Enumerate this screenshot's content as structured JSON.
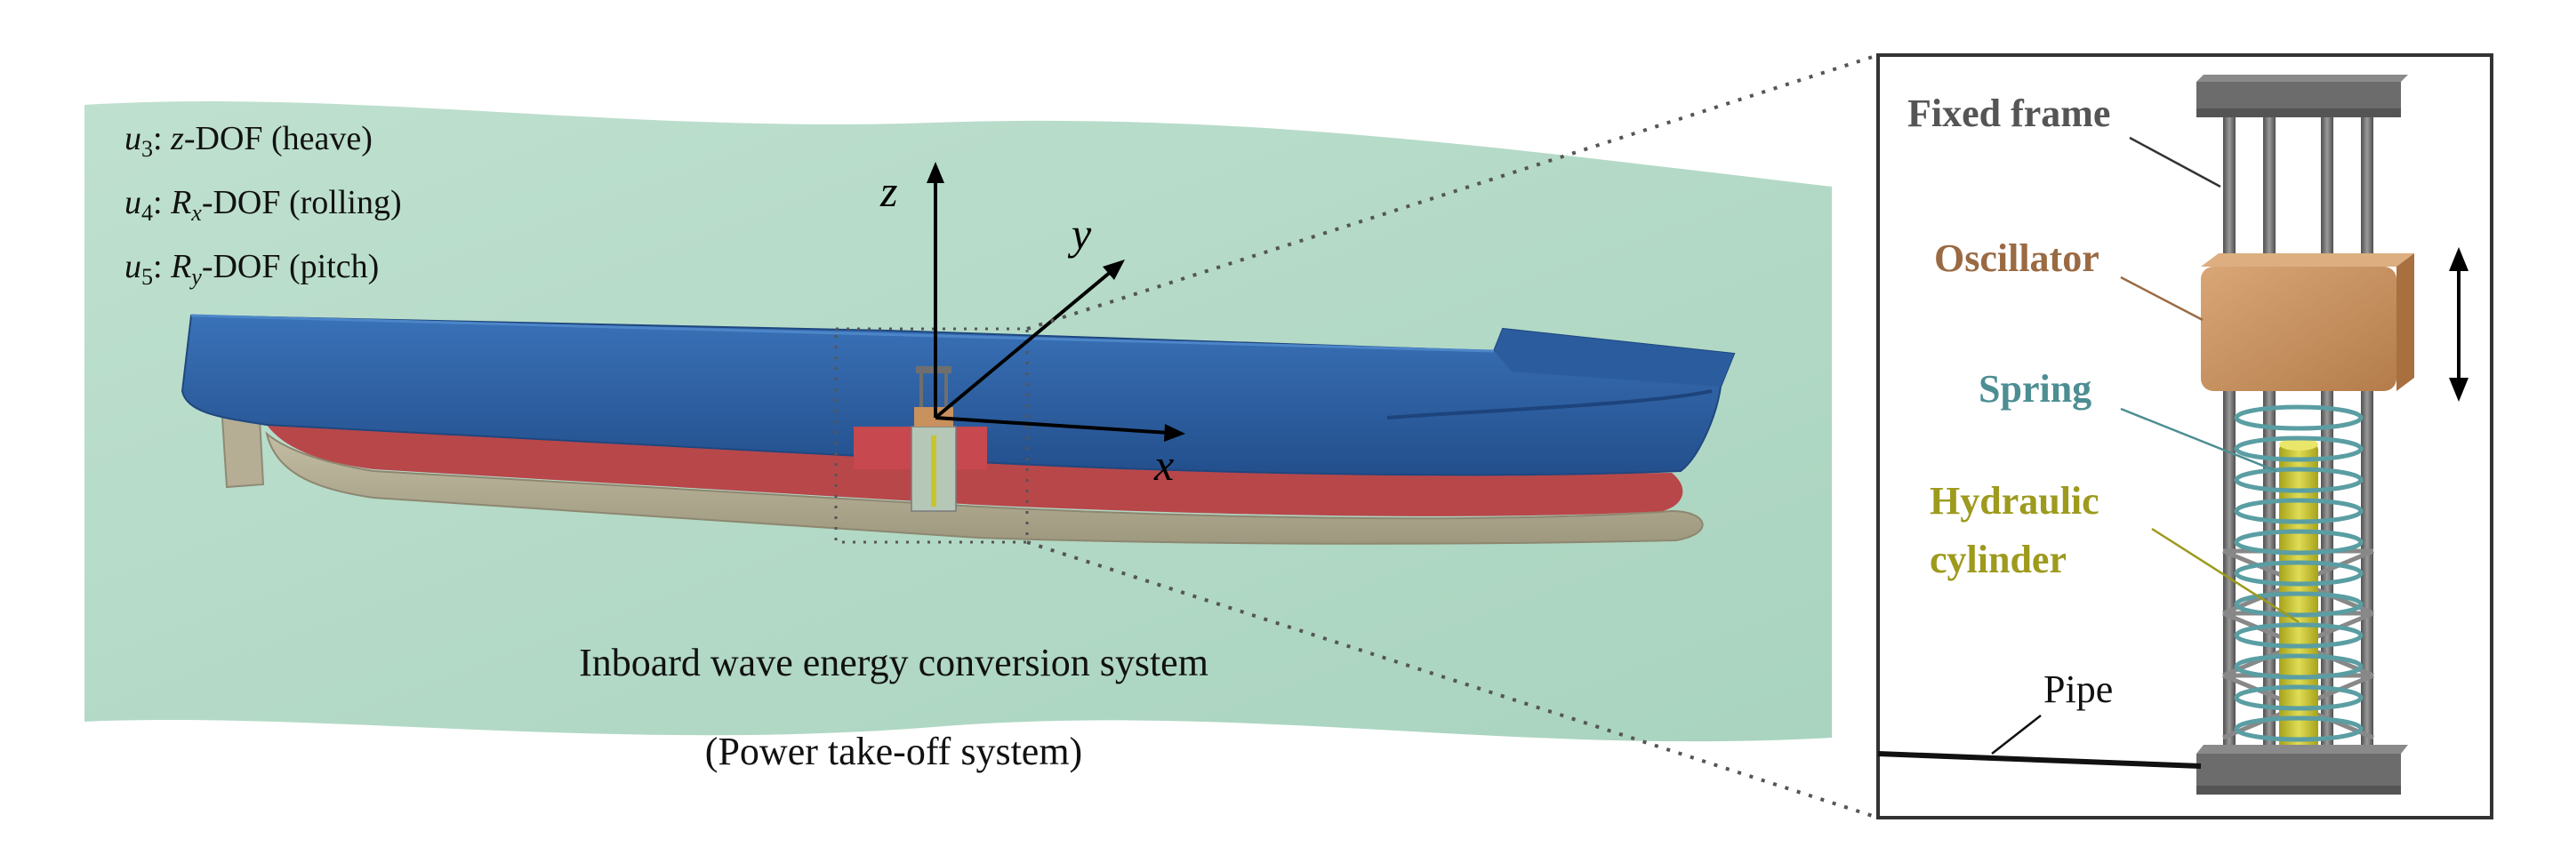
{
  "dof_legend": [
    {
      "symbol": "u",
      "sub": "3",
      "sep": ": ",
      "axis": "z",
      "axis_sub": "",
      "rest": "-DOF (heave)"
    },
    {
      "symbol": "u",
      "sub": "4",
      "sep": ": ",
      "axis": "R",
      "axis_sub": "x",
      "rest": "-DOF (rolling)"
    },
    {
      "symbol": "u",
      "sub": "5",
      "sep": ": ",
      "axis": "R",
      "axis_sub": "y",
      "rest": "-DOF (pitch)"
    }
  ],
  "axes": {
    "z": "z",
    "y": "y",
    "x": "x"
  },
  "caption": {
    "line1": "Inboard wave energy conversion system",
    "line2": "(Power take-off system)"
  },
  "detail_labels": {
    "fixed_frame": "Fixed frame",
    "oscillator": "Oscillator",
    "spring": "Spring",
    "hydraulic_1": "Hydraulic",
    "hydraulic_2": "cylinder",
    "pipe": "Pipe"
  },
  "colors": {
    "water": "#b9ddcc",
    "hull_top": "#2f64a8",
    "hull_red": "#b8474a",
    "hull_lower": "#b9b39b",
    "frame": "#6f6f6f",
    "oscillator": "#c8915e",
    "spring": "#5a9ea3",
    "cylinder": "#c8c430",
    "label_frame": "#555555",
    "label_osc": "#9a6a43",
    "label_spring": "#4d8e93",
    "label_hyd": "#9d9a1d"
  }
}
